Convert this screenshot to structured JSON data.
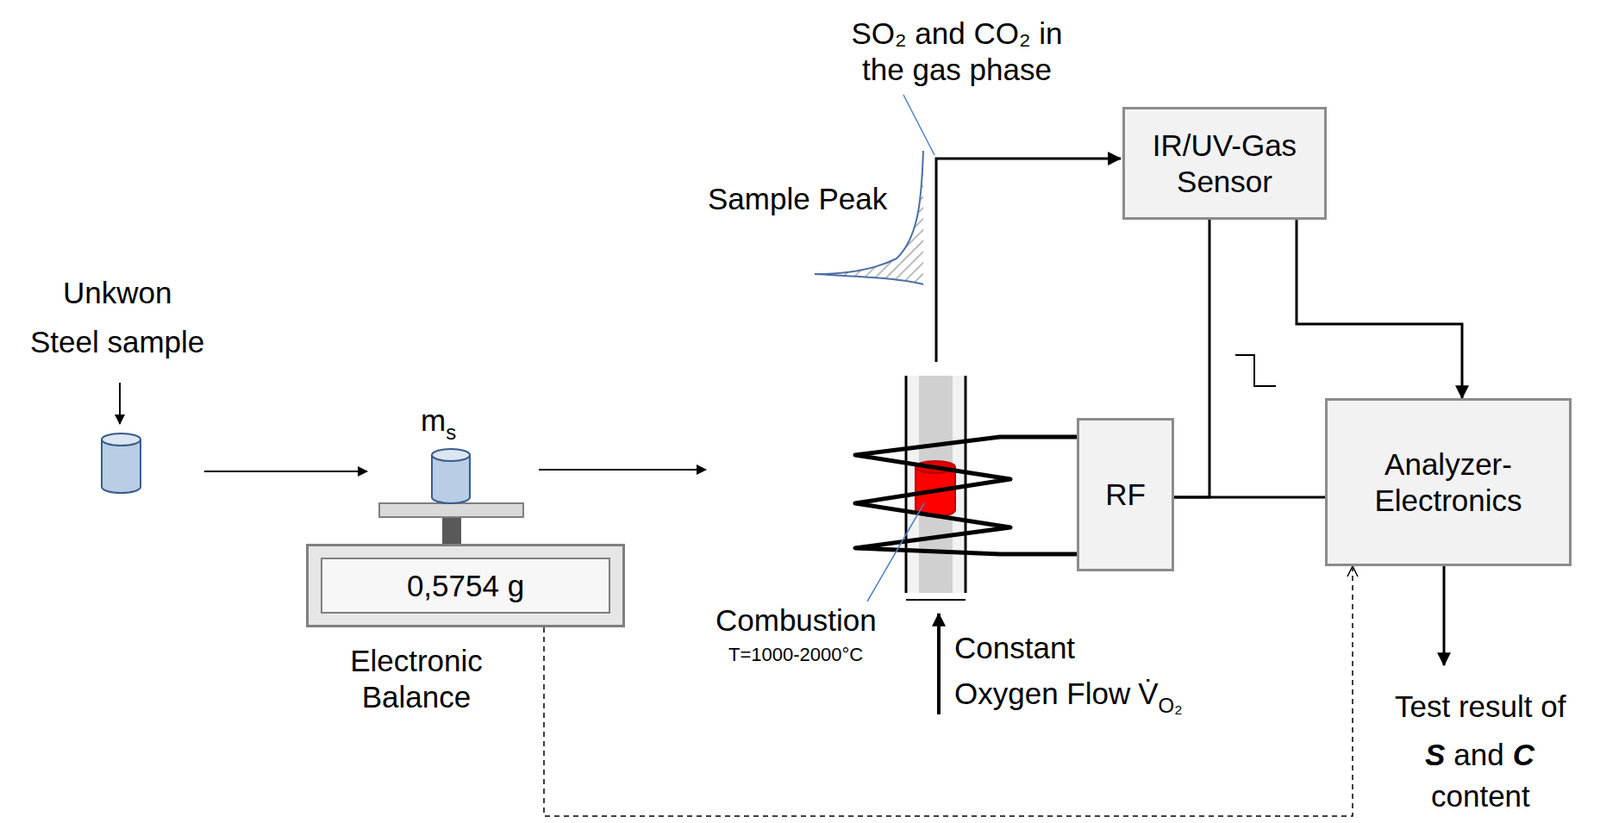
{
  "diagram": {
    "nodes": [
      {
        "text": [
          "0,5754 g",
          "Electronic Balance"
        ]
      },
      {
        "text": [
          "IR/UV-Gas Sensor"
        ]
      },
      {
        "text": [
          "RF"
        ]
      },
      {
        "text": [
          "Analyzer-Electronics"
        ]
      }
    ],
    "edges": [
      {
        "from": 1,
        "to": 3,
        "arrow": "to"
      },
      {
        "from": 2,
        "to": 3,
        "arrow": "none"
      },
      {
        "from": 1,
        "to": 2,
        "arrow": "none"
      },
      {
        "from": 0,
        "to": 3,
        "arrow": "to"
      }
    ],
    "labels": [
      "Unkwon",
      "Steel sample",
      "m",
      "s",
      "Sample Peak",
      "SO₂ and CO₂ in the gas phase",
      "Combustion",
      "T=1000-2000°C",
      "Constant",
      "Oxygen Flow",
      "V̇",
      "O₂",
      "Test result of",
      "S",
      "and",
      "C",
      "content"
    ]
  }
}
